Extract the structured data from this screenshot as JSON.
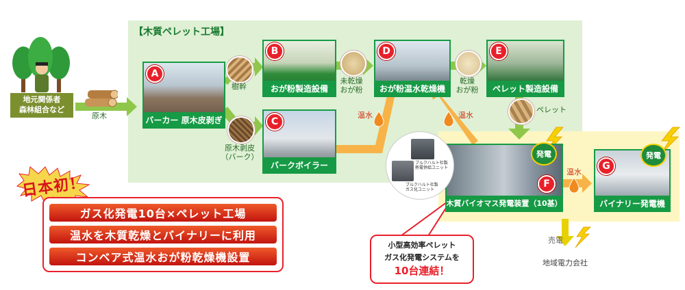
{
  "factory_title": "【木質ペレット工場】",
  "stakeholders": "地元関係者\n森林組合など",
  "log_label": "原木",
  "steps": {
    "A": {
      "badge": "A",
      "label": "バーカー 原木皮剥ぎ"
    },
    "B": {
      "badge": "B",
      "label": "おが粉製造設備"
    },
    "C": {
      "badge": "C",
      "label": "バークボイラー"
    },
    "D": {
      "badge": "D",
      "label": "おが粉温水乾燥機"
    },
    "E": {
      "badge": "E",
      "label": "ペレット製造設備"
    },
    "F": {
      "badge": "F",
      "label": "木質バイオマス発電装置（10基）"
    },
    "G": {
      "badge": "G",
      "label": "バイナリー発電機"
    }
  },
  "materials": {
    "trunk": "樹幹",
    "bark": "原木剥皮\n（バーク）",
    "undried": "未乾燥\nおが粉",
    "dried": "乾燥\nおが粉",
    "pellet": "ペレット"
  },
  "hot_water": "温水",
  "power_label": "発電",
  "sell_label": "売電",
  "company": "地域電力会社",
  "unit_labels": {
    "gasify": "ブルクハルト社製\nガス化ユニット",
    "generator": "ブルクハルト社製\n熱電併給ユニット"
  },
  "first_in_japan": "日本初！",
  "highlights": [
    "ガス化発電10台×ペレット工場",
    "温水を木質乾燥とバイナリーに利用",
    "コンベア式温水おが粉乾燥機設置"
  ],
  "callout": {
    "line1": "小型高効率ペレット",
    "line2": "ガス化発電システムを",
    "line3": "10台連結！"
  },
  "colors": {
    "factory_bg": "#dff0d4",
    "arrow_green": "#8fc74a",
    "arrow_orange": "#f7b347",
    "plant_bg": "#fdf6c2",
    "caption_green": "#169a45",
    "red": "#e8202a"
  }
}
